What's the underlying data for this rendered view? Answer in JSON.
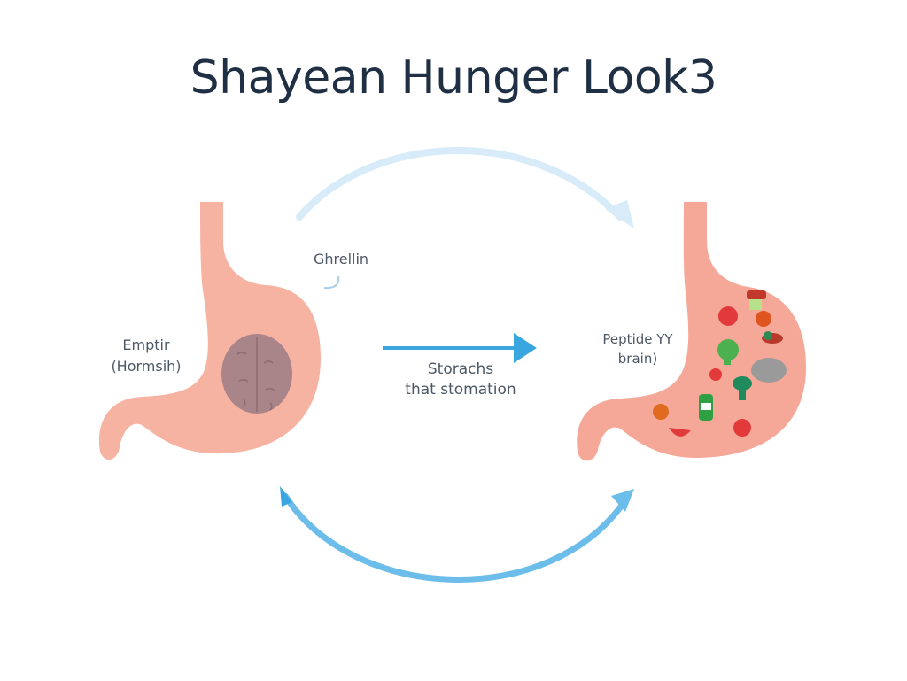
{
  "title": "Shayean Hunger Look3",
  "labels": {
    "ghrelin": "Ghrellin",
    "empty_line1": "Emptir",
    "empty_line2": "(Hormsih)",
    "center_line1": "Storachs",
    "center_line2": "that stomation",
    "peptide_line1": "Peptide YY",
    "peptide_line2": "brain)"
  },
  "colors": {
    "stomach": "#f7b3a2",
    "stomach_full": "#f5a898",
    "brain": "#a98489",
    "arrow_main": "#3aa6e0",
    "arrow_light": "#d7ebf8",
    "arrow_bottom": "#6cbde9",
    "title": "#1f2f44"
  },
  "icons": [
    "empty-stomach-icon",
    "brain-icon",
    "full-stomach-icon",
    "food-items-icon",
    "cycle-arrow-icon"
  ]
}
